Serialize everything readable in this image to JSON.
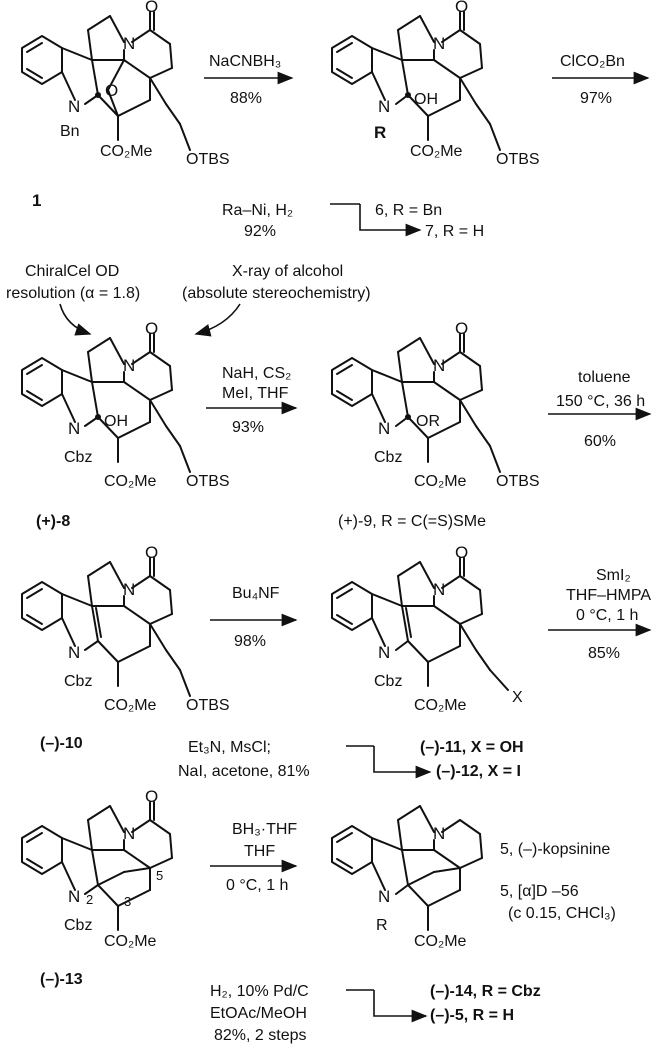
{
  "step1": {
    "reagent": "NaCNBH₃",
    "yield": "88%"
  },
  "step2": {
    "reagent": "ClCO₂Bn",
    "yield": "97%"
  },
  "compound1": {
    "num": "1",
    "N_sub": "Bn",
    "ester": "CO₂Me",
    "side": "OTBS",
    "bridge": "O",
    "ketone": "O",
    "N": "N"
  },
  "compound6": {
    "R": "R",
    "OH": "OH",
    "ester": "CO₂Me",
    "side": "OTBS",
    "ketone": "O",
    "N": "N"
  },
  "hydrog": {
    "reagent": "Ra–Ni, H₂",
    "yield": "92%",
    "label6": "6, R = Bn",
    "label7": "7, R = H"
  },
  "annot": {
    "left1": "ChiralCel OD",
    "left2": "resolution (α = 1.8)",
    "right1": "X-ray of alcohol",
    "right2": "(absolute stereochemistry)"
  },
  "compound8": {
    "label": "(+)-8",
    "N_sub": "Cbz",
    "OH": "OH",
    "ester": "CO₂Me",
    "side": "OTBS"
  },
  "step3": {
    "line1": "NaH, CS₂",
    "line2": "MeI, THF",
    "yield": "93%"
  },
  "compound9": {
    "label": "(+)-9, R = C(=S)SMe",
    "N_sub": "Cbz",
    "OR": "OR",
    "ester": "CO₂Me",
    "side": "OTBS"
  },
  "step4": {
    "line1": "toluene",
    "line2": "150 °C, 36 h",
    "yield": "60%"
  },
  "compound10": {
    "label": "(–)-10",
    "N_sub": "Cbz",
    "ester": "CO₂Me",
    "side": "OTBS"
  },
  "step5": {
    "reagent": "Bu₄NF",
    "yield": "98%"
  },
  "compound11": {
    "N_sub": "Cbz",
    "ester": "CO₂Me",
    "X": "X"
  },
  "step6": {
    "line1": "Et₃N, MsCl;",
    "line2": "NaI, acetone, 81%",
    "label11": "(–)-11, X = OH",
    "label12": "(–)-12, X = I"
  },
  "step7": {
    "line1": "SmI₂",
    "line2": "THF–HMPA",
    "line3": "0 °C, 1 h",
    "yield": "85%"
  },
  "compound13": {
    "label": "(–)-13",
    "N_sub": "Cbz",
    "ester": "CO₂Me",
    "n2": "2",
    "n3": "3",
    "n5": "5"
  },
  "step8": {
    "line1": "BH₃·THF",
    "line2": "THF",
    "line3": "0 °C, 1 h"
  },
  "compound5": {
    "name": "5, (–)-kopsinine",
    "rot1": "5, [α]D –56",
    "rot2": "(c 0.15, CHCl₃)",
    "R": "R",
    "ester": "CO₂Me"
  },
  "step9": {
    "line1": "H₂, 10% Pd/C",
    "line2": "EtOAc/MeOH",
    "line3": "82%, 2 steps",
    "label14": "(–)-14, R = Cbz",
    "label5": "(–)-5,   R = H"
  }
}
